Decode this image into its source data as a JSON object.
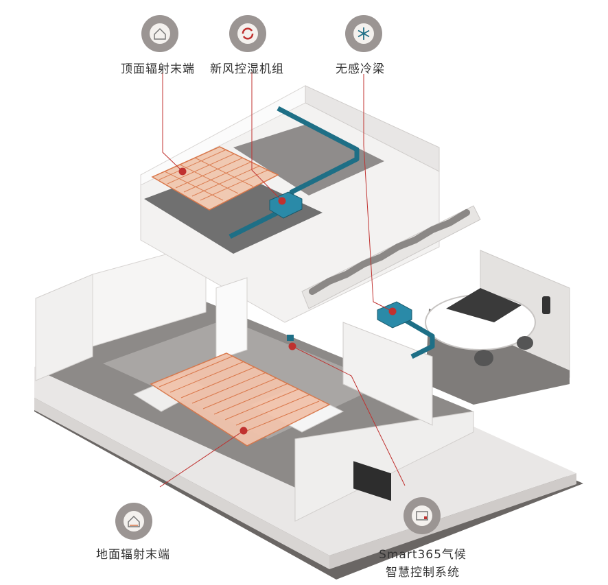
{
  "labels": {
    "ceiling": "顶面辐射末端",
    "fresh_air": "新风控湿机组",
    "cooling_beam": "无感冷梁",
    "floor": "地面辐射末端",
    "smart_line1": "Smart365气候",
    "smart_line2": "智慧控制系统"
  },
  "icons": {
    "ceiling": "house-icon",
    "fresh_air": "refresh-cycle-icon",
    "cooling_beam": "snowflake-icon",
    "floor": "house-floor-icon",
    "smart": "thermostat-screen-icon"
  },
  "colors": {
    "callout": "#c0312f",
    "duct": "#1e6f86",
    "heating": "#d9774a",
    "icon_circle": "#9b9593",
    "icon_inner": "#f4f1ee"
  }
}
